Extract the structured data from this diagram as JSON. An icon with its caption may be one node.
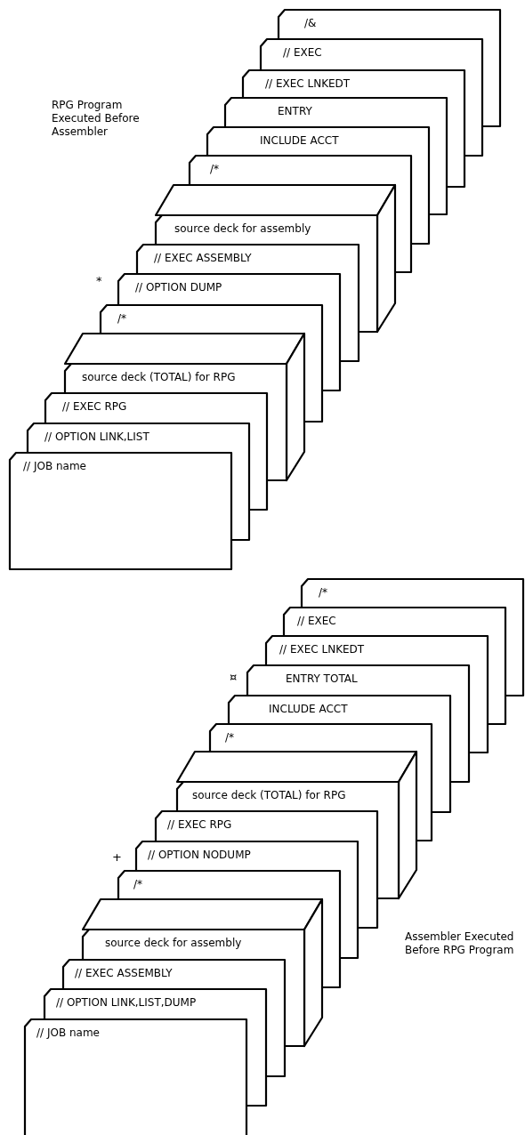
{
  "diagram": {
    "nodes": [
      {
        "text": [
          "/&"
        ]
      },
      {
        "text": [
          "// EXEC"
        ]
      },
      {
        "text": [
          "// EXEC LNKEDT"
        ]
      },
      {
        "text": [
          "ENTRY"
        ]
      },
      {
        "text": [
          "INCLUDE ACCT"
        ]
      },
      {
        "text": [
          "/*"
        ]
      },
      {
        "text": [
          "source deck for assembly"
        ]
      },
      {
        "text": [
          "// EXEC ASSEMBLY"
        ]
      },
      {
        "text": [
          "// OPTION DUMP"
        ],
        "beside": [
          "*"
        ]
      },
      {
        "text": [
          "/*"
        ]
      },
      {
        "text": [
          "source deck (TOTAL) for RPG"
        ]
      },
      {
        "text": [
          "// EXEC RPG"
        ]
      },
      {
        "text": [
          "// OPTION LINK,LIST"
        ]
      },
      {
        "text": [
          "// JOB name"
        ]
      },
      {
        "text": [
          "/*"
        ]
      },
      {
        "text": [
          "// EXEC"
        ]
      },
      {
        "text": [
          "// EXEC LNKEDT"
        ]
      },
      {
        "text": [
          "ENTRY TOTAL"
        ],
        "beside": [
          "¤"
        ]
      },
      {
        "text": [
          "INCLUDE ACCT"
        ]
      },
      {
        "text": [
          "/*"
        ]
      },
      {
        "text": [
          "source deck (TOTAL) for RPG"
        ]
      },
      {
        "text": [
          "// EXEC RPG"
        ]
      },
      {
        "text": [
          "// OPTION NODUMP"
        ],
        "beside": [
          "+"
        ]
      },
      {
        "text": [
          "/*"
        ]
      },
      {
        "text": [
          "source deck for assembly"
        ]
      },
      {
        "text": [
          "// EXEC ASSEMBLY"
        ]
      },
      {
        "text": [
          "// OPTION LINK,LIST,DUMP"
        ]
      },
      {
        "text": [
          "// JOB name"
        ]
      }
    ],
    "labels": [
      "RPG Program Executed Before Assembler",
      "Assembler Executed Before RPG Program"
    ]
  }
}
